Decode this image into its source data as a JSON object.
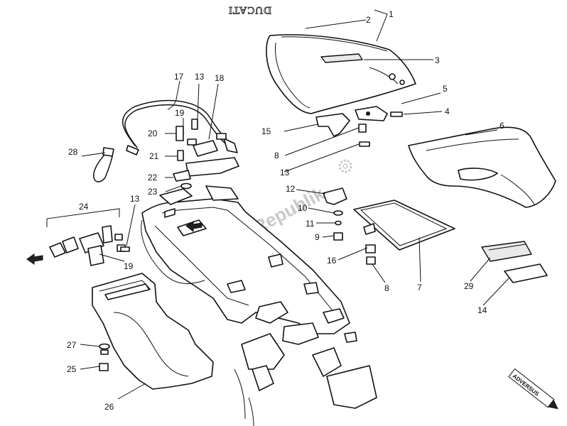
{
  "diagram": {
    "brand_text": "DUCATI",
    "watermark": "PartsRepublik",
    "stamp": "ADVERSUS",
    "labels": [
      "1",
      "2",
      "3",
      "4",
      "5",
      "6",
      "7",
      "8",
      "8",
      "9",
      "10",
      "11",
      "12",
      "13",
      "13",
      "13",
      "14",
      "15",
      "16",
      "17",
      "18",
      "19",
      "19",
      "20",
      "21",
      "22",
      "23",
      "24",
      "25",
      "26",
      "27",
      "28",
      "29"
    ]
  },
  "colors": {
    "ink": "#111111",
    "watermark": "#c9c9c9",
    "background": "#ffffff"
  }
}
